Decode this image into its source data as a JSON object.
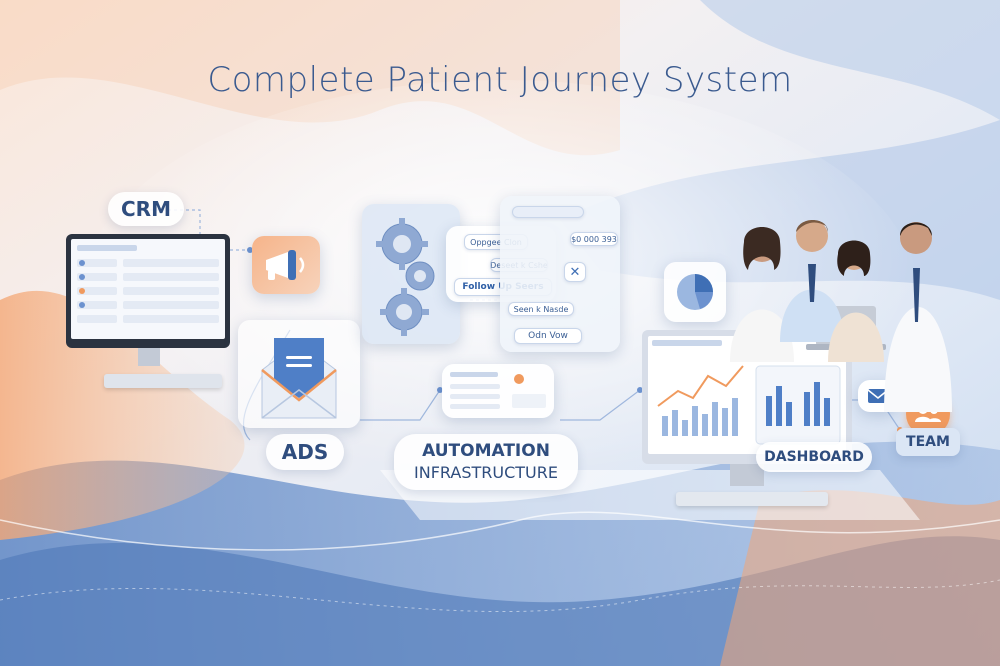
{
  "title": "Complete Patient Journey System",
  "labels": {
    "crm": "CRM",
    "ads": "ADS",
    "automation_line1": "AUTOMATION",
    "automation_line2": "INFRASTRUCTURE",
    "dashboard": "DASHBOARD",
    "team": "TEAM"
  },
  "workflow_chips": {
    "follow_up": "Follow Up Seers",
    "chip_top": "Oppgee Clon",
    "chip_mid": "Deseet k Cshe",
    "numbers": "$0 000",
    "numbers2": "393",
    "chip_bottom": "Odn Vow",
    "chip_row2": "Seen k Nasde"
  },
  "colors": {
    "accent_blue": "#3f6fb5",
    "accent_orange": "#f09a5e",
    "title_color": "#3a5a8f",
    "label_color": "#2f4d7e"
  },
  "icons": [
    "megaphone-icon",
    "envelope-icon",
    "gear-icon",
    "pie-chart-icon",
    "mail-icon",
    "team-icon",
    "close-icon"
  ]
}
